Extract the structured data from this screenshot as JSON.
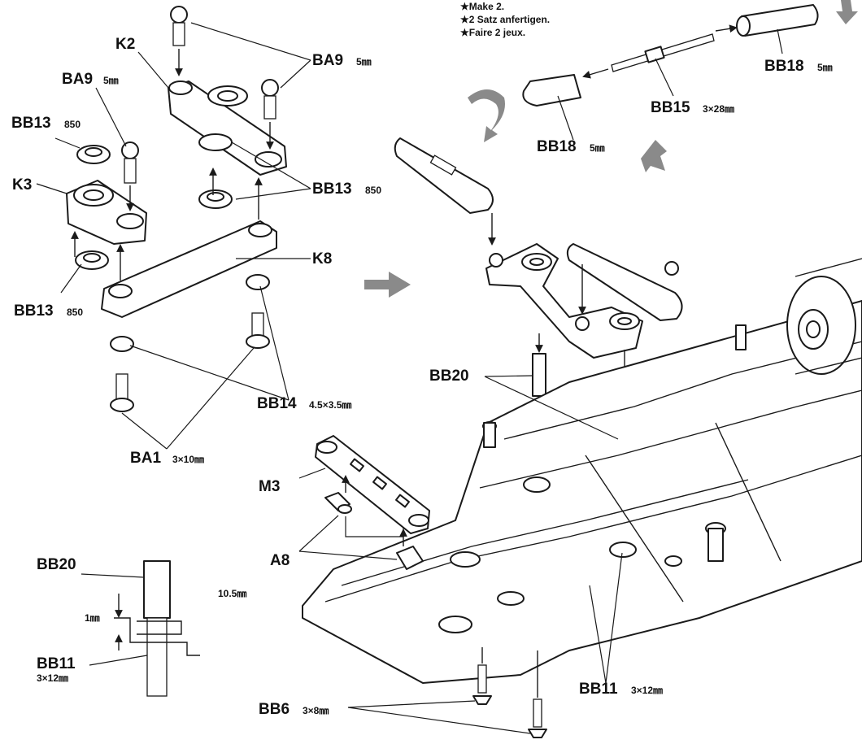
{
  "notes": [
    "★Make 2.",
    "★2 Satz anfertigen.",
    "★Faire 2 jeux."
  ],
  "labels": {
    "k2": "K2",
    "k3": "K3",
    "k8": "K8",
    "m3": "M3",
    "a8": "A8",
    "ba9_top": "BA9",
    "ba9_top_size": "5㎜",
    "ba9_left": "BA9",
    "ba9_left_size": "5㎜",
    "bb13_left_top": "BB13",
    "bb13_left_top_size": "850",
    "bb13_right": "BB13",
    "bb13_right_size": "850",
    "bb13_left_bottom": "BB13",
    "bb13_left_bottom_size": "850",
    "bb14": "BB14",
    "bb14_size": "4.5×3.5㎜",
    "ba1": "BA1",
    "ba1_size": "3×10㎜",
    "bb18_right": "BB18",
    "bb18_right_size": "5㎜",
    "bb18_mid": "BB18",
    "bb18_mid_size": "5㎜",
    "bb15": "BB15",
    "bb15_size": "3×28㎜",
    "bb20_main": "BB20",
    "bb20_detail": "BB20",
    "bb11_main": "BB11",
    "bb11_main_size": "3×12㎜",
    "bb11_detail": "BB11",
    "bb11_detail_size": "3×12㎜",
    "bb6": "BB6",
    "bb6_size": "3×8㎜",
    "dim_1mm": "1㎜",
    "dim_10_5mm": "10.5㎜"
  },
  "colors": {
    "line": "#1a1a1a",
    "arrow_fill": "#8a8a8a",
    "background": "#ffffff"
  },
  "icons": [
    "rotate-arrow-icon",
    "direction-arrow-icon",
    "assembly-arrow-icon"
  ]
}
